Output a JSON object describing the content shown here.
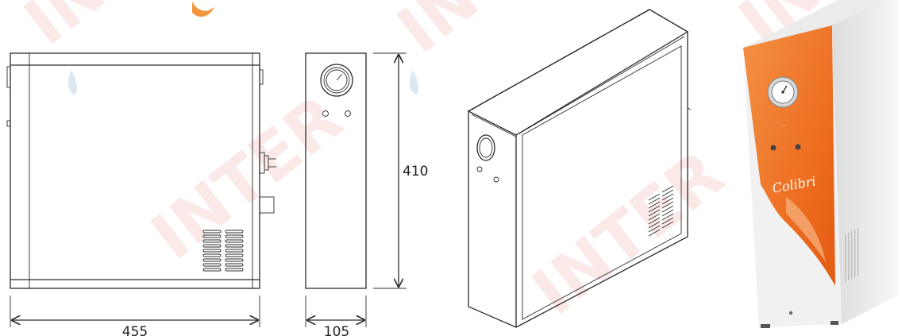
{
  "watermark": {
    "text": "INTER",
    "color": "#e0322e"
  },
  "dimensions": {
    "width_label": "455",
    "depth_label": "105",
    "height_label": "410"
  },
  "photo": {
    "brand_text": "Colibri",
    "panel_color": "#f07a2a",
    "body_color": "#f2f2f2"
  }
}
